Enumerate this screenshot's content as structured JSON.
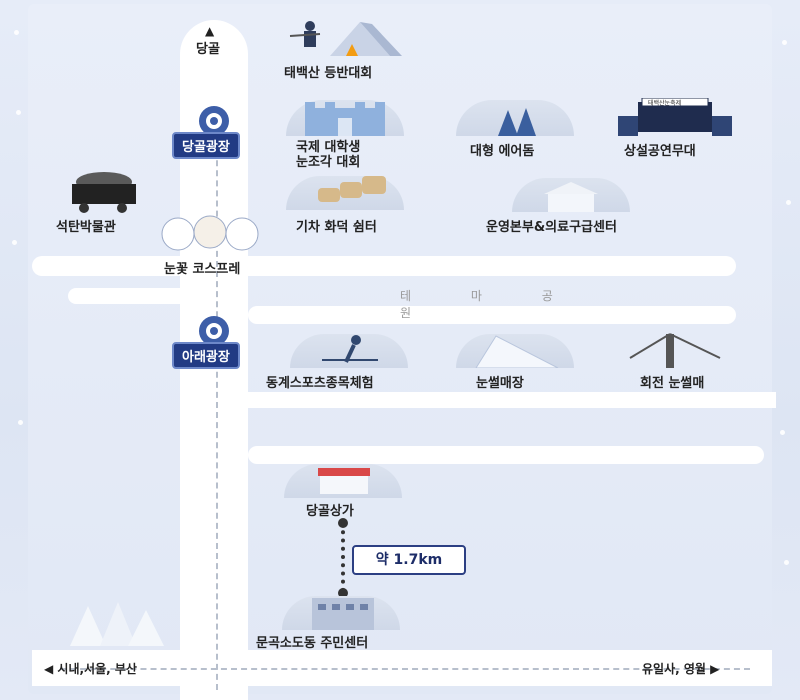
{
  "top_arrow": "▲",
  "top_label": "당골",
  "plazas": [
    "당골광장",
    "아래광장"
  ],
  "places": {
    "taebaeksan": "태백산 등반대회",
    "snow_sculpture": "국제 대학생\n눈조각 대회",
    "igloo": "대형 에어돔",
    "stage": "상설공연무대",
    "coal_museum": "석탄박물관",
    "train_shelter": "기차 화덕 쉼터",
    "hq": "운영본부&의료구급센터",
    "cosplay": "눈꽃 코스프레",
    "winter_sports": "동계스포츠종목체험",
    "sledding": "눈썰매장",
    "rotating_sled": "회전 눈썰매",
    "danggol_shop": "당골상가",
    "community_center": "문곡소도동 주민센터"
  },
  "theme_park": "테 마 공 원",
  "distance": "약 1.7km",
  "left_dir": "◀ 시내,서울, 부산",
  "right_dir": "유일사, 영월 ▶",
  "stage_sign": "태백산눈축제"
}
